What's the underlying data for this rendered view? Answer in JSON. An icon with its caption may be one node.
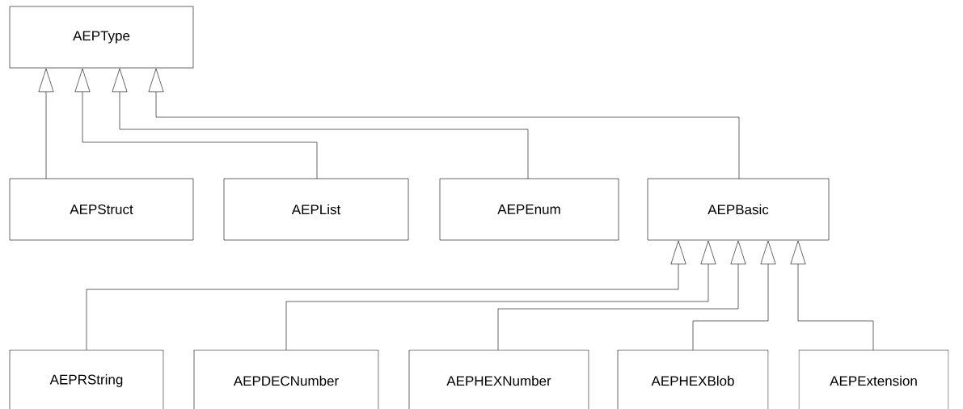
{
  "diagram": {
    "nodes": [
      {
        "text": [
          "AEPType"
        ]
      },
      {
        "text": [
          "AEPStruct"
        ]
      },
      {
        "text": [
          "AEPList"
        ]
      },
      {
        "text": [
          "AEPEnum"
        ]
      },
      {
        "text": [
          "AEPBasic"
        ]
      },
      {
        "text": [
          "AEPRString"
        ]
      },
      {
        "text": [
          "AEPDECNumber"
        ]
      },
      {
        "text": [
          "AEPHEXNumber"
        ]
      },
      {
        "text": [
          "AEPHEXBlob"
        ]
      },
      {
        "text": [
          "AEPExtension"
        ]
      }
    ],
    "edges": [
      {
        "from": 1,
        "to": 0,
        "arrow": "to"
      },
      {
        "from": 2,
        "to": 0,
        "arrow": "to"
      },
      {
        "from": 3,
        "to": 0,
        "arrow": "to"
      },
      {
        "from": 4,
        "to": 0,
        "arrow": "to"
      },
      {
        "from": 5,
        "to": 4,
        "arrow": "to"
      },
      {
        "from": 6,
        "to": 4,
        "arrow": "to"
      },
      {
        "from": 7,
        "to": 4,
        "arrow": "to"
      },
      {
        "from": 8,
        "to": 4,
        "arrow": "to"
      },
      {
        "from": 9,
        "to": 4,
        "arrow": "to"
      }
    ]
  }
}
